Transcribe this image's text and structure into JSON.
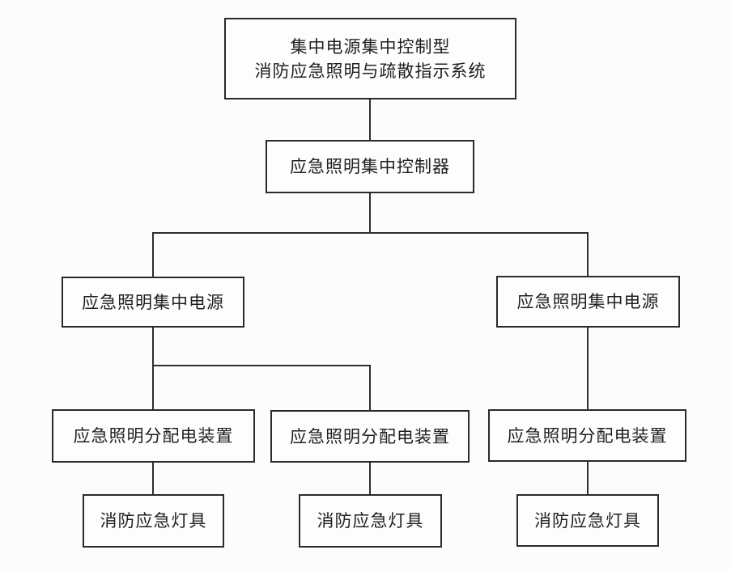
{
  "diagram": {
    "description": "消防应急照明与疏散指示系统层级框图",
    "colors": {
      "background": "#fcfcfc",
      "box_background": "#fdfdfd",
      "line": "#2e2e2e",
      "border": "#2a2a2a",
      "text": "#1f1f1f"
    },
    "nodes": {
      "root": {
        "line1": "集中电源集中控制型",
        "line2": "消防应急照明与疏散指示系统"
      },
      "controller": {
        "label": "应急照明集中控制器"
      },
      "power_left": {
        "label": "应急照明集中电源"
      },
      "power_right": {
        "label": "应急照明集中电源"
      },
      "dist_left": {
        "label": "应急照明分配电装置"
      },
      "dist_middle": {
        "label": "应急照明分配电装置"
      },
      "dist_right": {
        "label": "应急照明分配电装置"
      },
      "lamp_left": {
        "label": "消防应急灯具"
      },
      "lamp_middle": {
        "label": "消防应急灯具"
      },
      "lamp_right": {
        "label": "消防应急灯具"
      }
    },
    "edges": [
      {
        "from": "root",
        "to": "controller"
      },
      {
        "from": "controller",
        "to": "power_left"
      },
      {
        "from": "controller",
        "to": "power_right"
      },
      {
        "from": "power_left",
        "to": "dist_left"
      },
      {
        "from": "power_left",
        "to": "dist_middle"
      },
      {
        "from": "power_right",
        "to": "dist_right"
      },
      {
        "from": "dist_left",
        "to": "lamp_left"
      },
      {
        "from": "dist_middle",
        "to": "lamp_middle"
      },
      {
        "from": "dist_right",
        "to": "lamp_right"
      }
    ]
  }
}
